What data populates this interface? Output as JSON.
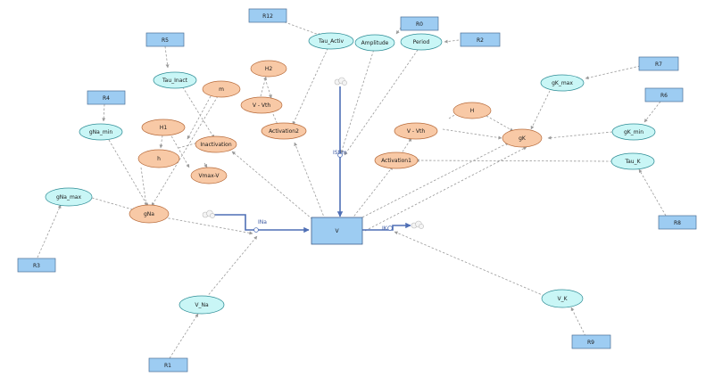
{
  "stock": {
    "label": "V"
  },
  "flows": {
    "ina": "INa",
    "istim": "IStim",
    "ik": "IK"
  },
  "params": {
    "tau_activ": "Tau_Activ",
    "amplitude": "Amplitude",
    "period": "Period",
    "tau_inact": "Tau_Inact",
    "gna_min": "gNa_min",
    "gna_max": "gNa_max",
    "gk_max": "gK_max",
    "gk_min": "gK_min",
    "tau_k": "Tau_K",
    "v_na": "V_Na",
    "v_k": "V_K"
  },
  "aux": {
    "h2": "H2",
    "m": "m",
    "v_vth_top": "V - Vth",
    "activation2": "Activation2",
    "h1": "H1",
    "h": "h",
    "inactivation": "Inactivation",
    "vmax_v": "Vmax-V",
    "gna": "gNa",
    "h_right": "H",
    "v_vth_right": "V - Vth",
    "activation1": "Activation1",
    "gk": "gK"
  },
  "refs": {
    "r0": "R0",
    "r1": "R1",
    "r2": "R2",
    "r3": "R3",
    "r4": "R4",
    "r5": "R5",
    "r6": "R6",
    "r7": "R7",
    "r8": "R8",
    "r9": "R9",
    "r12": "R12"
  },
  "colors": {
    "param": "#c9f6f6",
    "aux": "#f8c9a6",
    "ref": "#9dccf2",
    "flow": "#4f6fb5"
  }
}
